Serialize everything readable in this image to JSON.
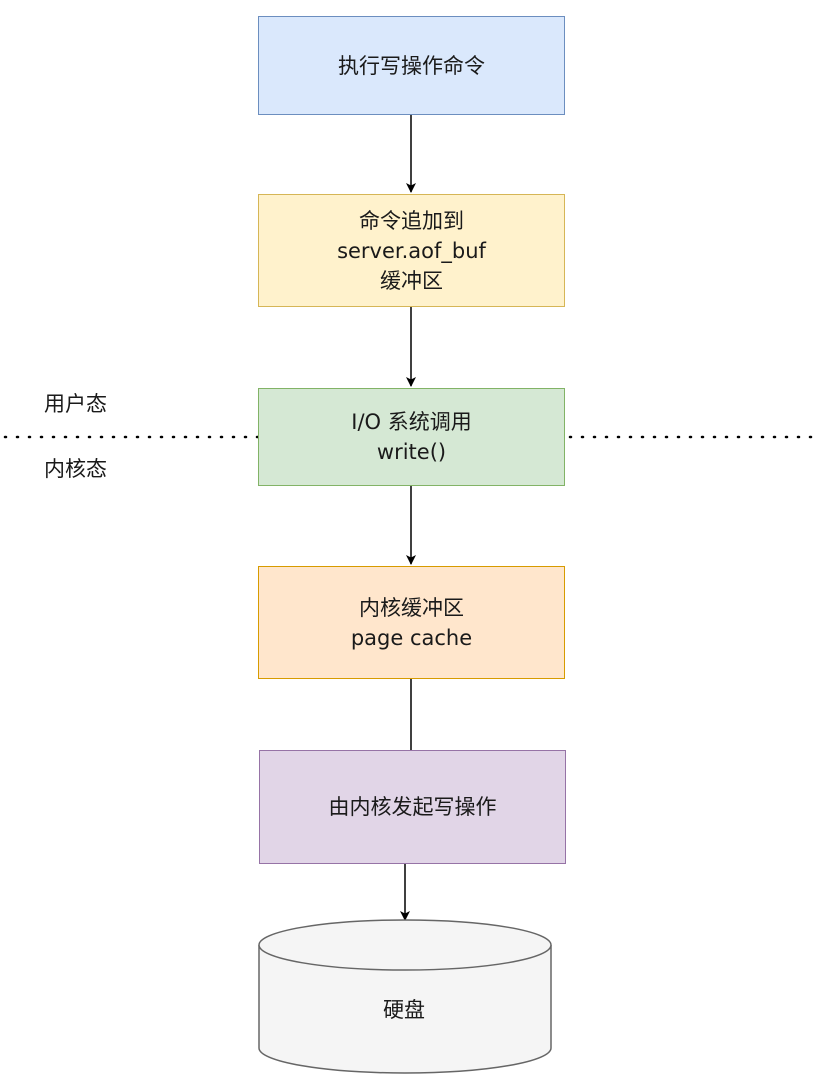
{
  "steps": [
    {
      "label": "执行写操作命令"
    },
    {
      "label": "命令追加到\nserver.aof_buf\n缓冲区"
    },
    {
      "label": "I/O 系统调用\nwrite()"
    },
    {
      "label": "内核缓冲区\npage cache"
    },
    {
      "label": "由内核发起写操作"
    }
  ],
  "storage": {
    "label": "硬盘"
  },
  "boundary": {
    "user_space_label": "用户态",
    "kernel_space_label": "内核态"
  },
  "colors": {
    "step1_fill": "#dae8fc",
    "step2_fill": "#fff2cc",
    "step3_fill": "#d5e8d4",
    "step4_fill": "#ffe6cc",
    "step5_fill": "#e1d5e7",
    "disk_fill": "#f5f5f5"
  }
}
